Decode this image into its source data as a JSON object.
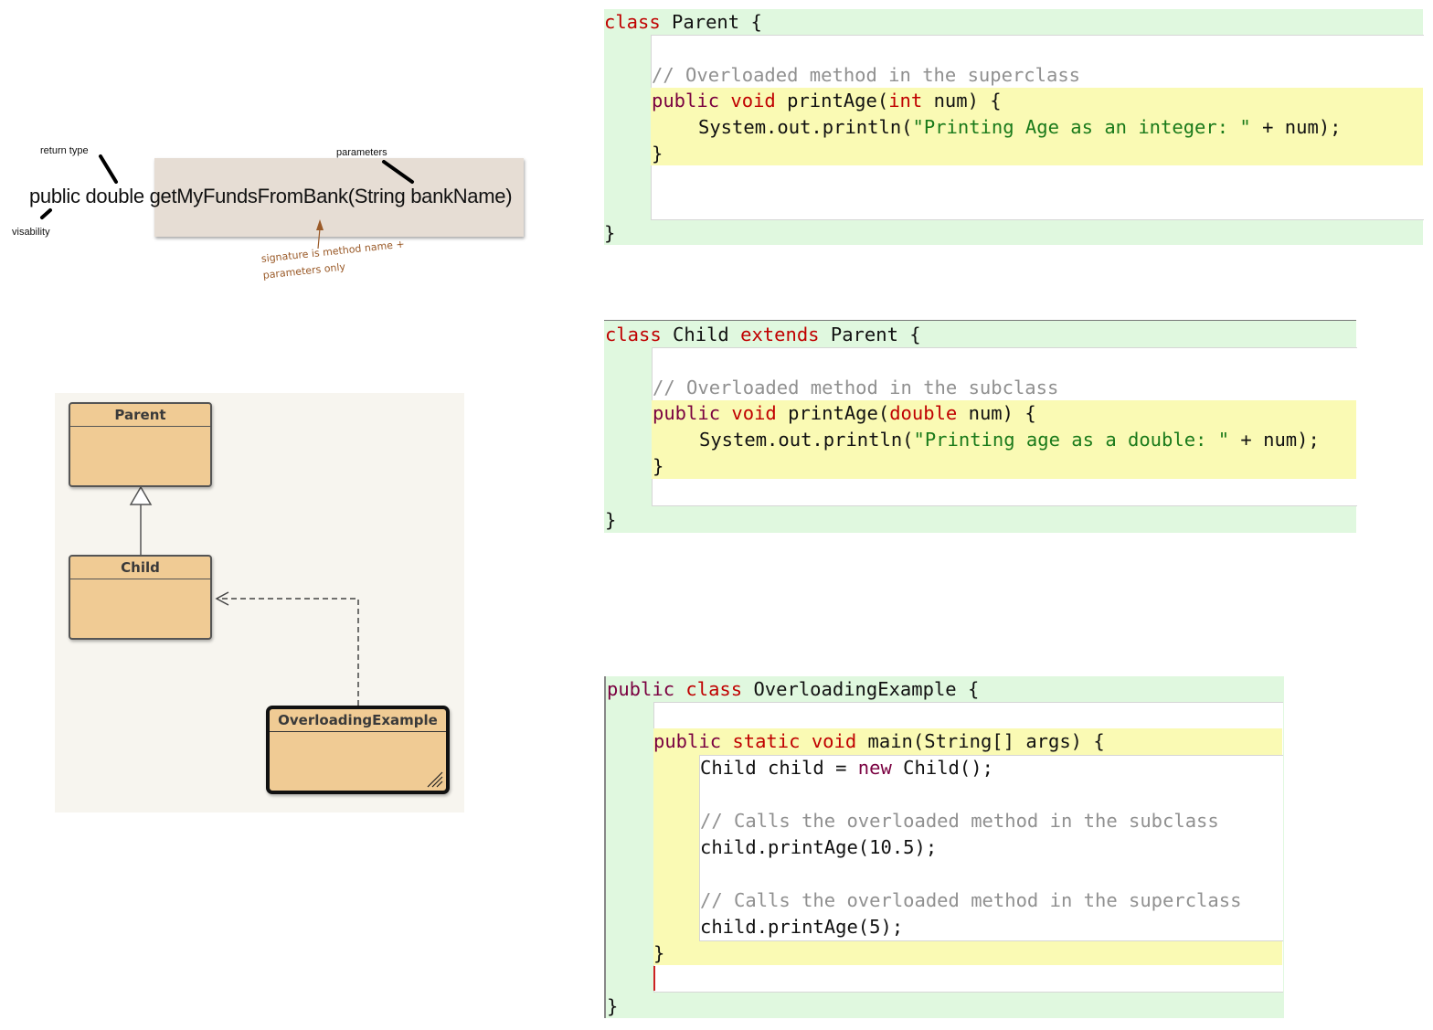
{
  "signature": {
    "modifier": "public",
    "return_type": "double",
    "method_name": "getMyFundsFromBank(String bankName)",
    "labels": {
      "return_type": "return type",
      "parameters": "parameters",
      "visibility": "visability"
    },
    "note_line1": "signature is method name +",
    "note_line2": "parameters only"
  },
  "uml": {
    "classes": [
      "Parent",
      "Child",
      "OverloadingExample"
    ]
  },
  "parent_code": {
    "l1": [
      "class",
      " Parent {"
    ],
    "l2": "// Overloaded method in the superclass",
    "l3": [
      "public",
      " ",
      "void",
      " printAge(",
      "int",
      " num) {"
    ],
    "l4": [
      "System.out.println(",
      "\"Printing Age as an integer: \"",
      " + num);"
    ],
    "l5": "}",
    "l6": "}"
  },
  "child_code": {
    "l1": [
      "class",
      " Child ",
      "extends",
      " Parent {"
    ],
    "l2": "// Overloaded method in the subclass",
    "l3": [
      "public",
      " ",
      "void",
      " printAge(",
      "double",
      " num) {"
    ],
    "l4": [
      "System.out.println(",
      "\"Printing age as a double: \"",
      " + num);"
    ],
    "l5": "}",
    "l6": "}"
  },
  "main_code": {
    "l1": [
      "public",
      " ",
      "class",
      " OverloadingExample {"
    ],
    "l2": [
      "public",
      " ",
      "static",
      " ",
      "void",
      " main(String[] args) {"
    ],
    "l3": [
      "Child child = ",
      "new",
      " Child();"
    ],
    "l4": "// Calls the overloaded method in the subclass",
    "l5": "child.printAge(10.5);",
    "l6": "// Calls the overloaded method in the superclass",
    "l7": "child.printAge(5);",
    "l8": "}",
    "l9": "}"
  },
  "colors": {
    "outer_bg": "#e0f8df",
    "method_bg": "#fafab4",
    "keyword": "#c00000",
    "comment": "#909090",
    "string": "#1a7a1a",
    "uml_fill": "#f0cb94",
    "note": "#9a5a28"
  }
}
